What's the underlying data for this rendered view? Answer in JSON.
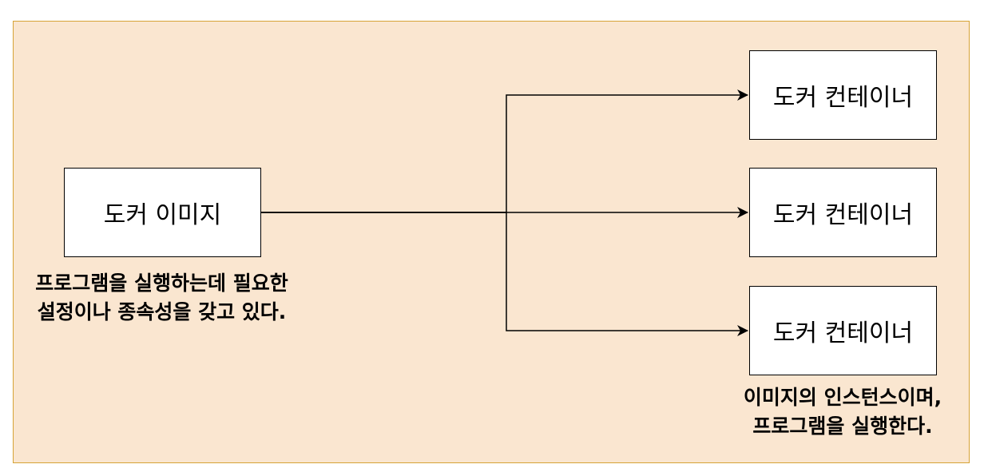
{
  "diagram": {
    "image_box": {
      "label": "도커 이미지"
    },
    "image_note": {
      "line1": "프로그램을 실행하는데 필요한",
      "line2": "설정이나 종속성을 갖고 있다."
    },
    "containers": [
      {
        "label": "도커 컨테이너"
      },
      {
        "label": "도커 컨테이너"
      },
      {
        "label": "도커 컨테이너"
      }
    ],
    "container_note": {
      "line1": "이미지의 인스턴스이며,",
      "line2": "프로그램을 실행한다."
    }
  },
  "colors": {
    "background": "#fae6d0",
    "border": "#d6a336",
    "box_fill": "#ffffff",
    "line": "#000000"
  }
}
